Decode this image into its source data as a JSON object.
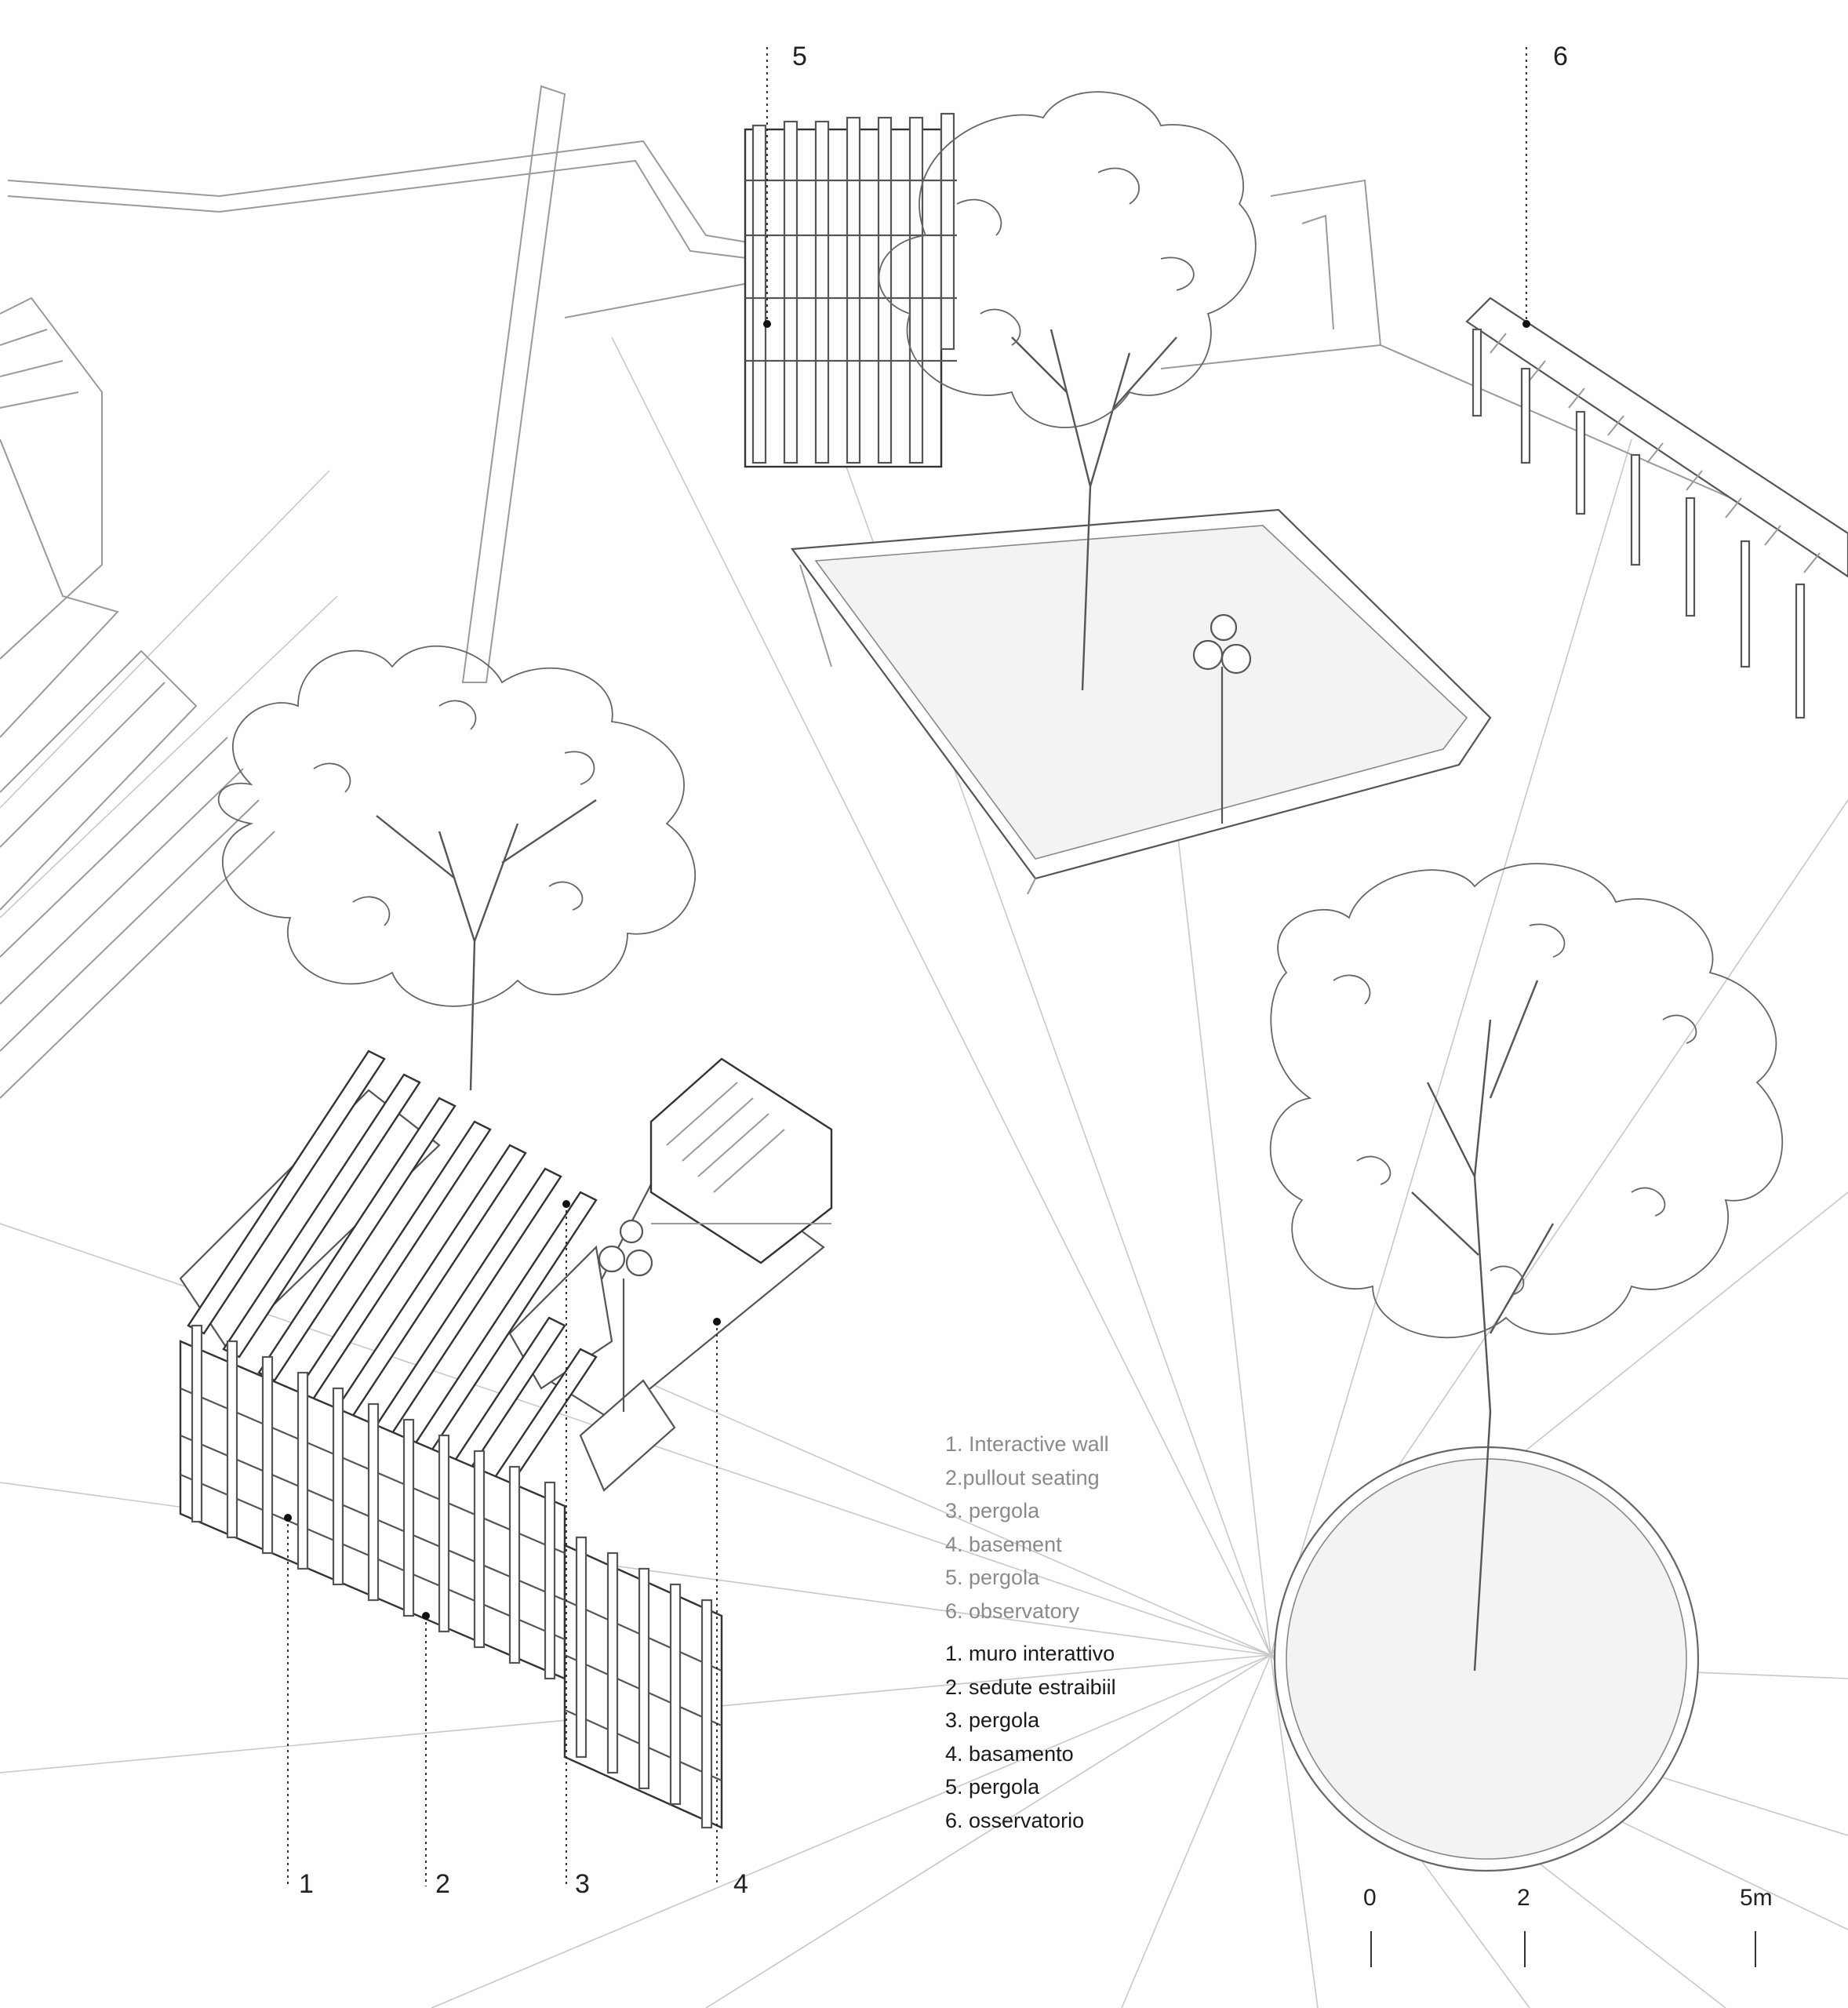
{
  "callouts": [
    "1",
    "2",
    "3",
    "4",
    "5",
    "6"
  ],
  "legend": {
    "english": [
      "1. Interactive wall",
      "2.pullout seating",
      "3. pergola",
      "4. basement",
      "5. pergola",
      "6. observatory"
    ],
    "italian": [
      "1. muro interattivo",
      "2. sedute estraibiil",
      "3. pergola",
      "4. basamento",
      "5. pergola",
      "6. osservatorio"
    ]
  },
  "scale": {
    "ticks": [
      "0",
      "2",
      "5m"
    ]
  },
  "colors": {
    "ink": "#333333",
    "light_line": "#c8c8c8",
    "muted_text": "#8a8a8a"
  }
}
